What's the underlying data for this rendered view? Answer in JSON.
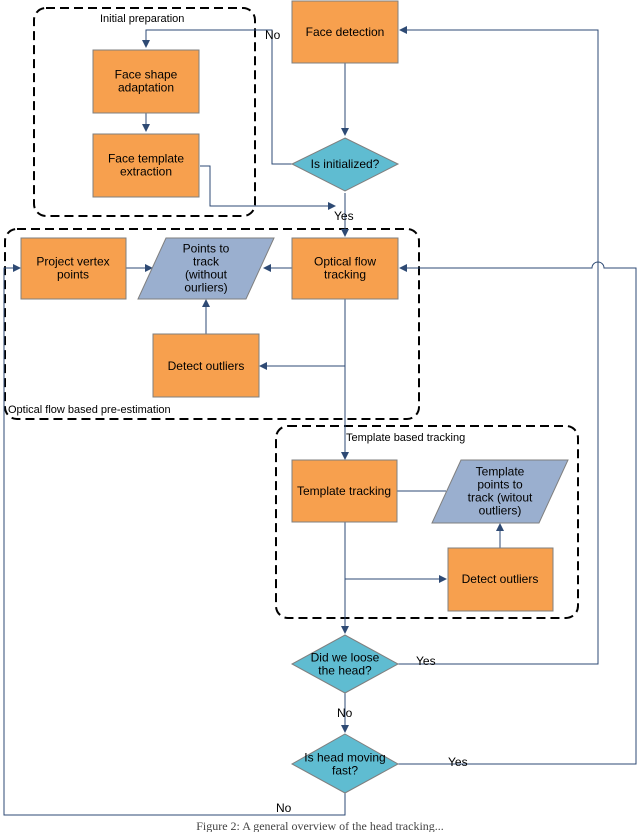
{
  "groups": {
    "initial": "Initial preparation",
    "optical": "Optical flow based pre-estimation",
    "template": "Template based tracking"
  },
  "nodes": {
    "face_detection": [
      "Face detection"
    ],
    "face_shape": [
      "Face shape",
      "adaptation"
    ],
    "face_template": [
      "Face template",
      "extraction"
    ],
    "is_initialized": [
      "Is initialized?"
    ],
    "project_vertex": [
      "Project vertex",
      "points"
    ],
    "points_to_track": [
      "Points to",
      "track",
      "(without",
      "ourliers)"
    ],
    "optical_flow": [
      "Optical flow",
      "tracking"
    ],
    "detect_outliers_1": [
      "Detect outliers"
    ],
    "template_tracking": [
      "Template tracking"
    ],
    "template_points": [
      "Template",
      "points to",
      "track (witout",
      "outliers)"
    ],
    "detect_outliers_2": [
      "Detect outliers"
    ],
    "loose_head": [
      "Did we loose",
      "the head?"
    ],
    "head_moving": [
      "Is head moving",
      "fast?"
    ]
  },
  "edge_labels": {
    "init_no": "No",
    "init_yes": "Yes",
    "loose_yes": "Yes",
    "loose_no": "No",
    "moving_yes": "Yes",
    "moving_no": "No"
  },
  "caption": "Figure 2: A general overview of the head tracking..."
}
